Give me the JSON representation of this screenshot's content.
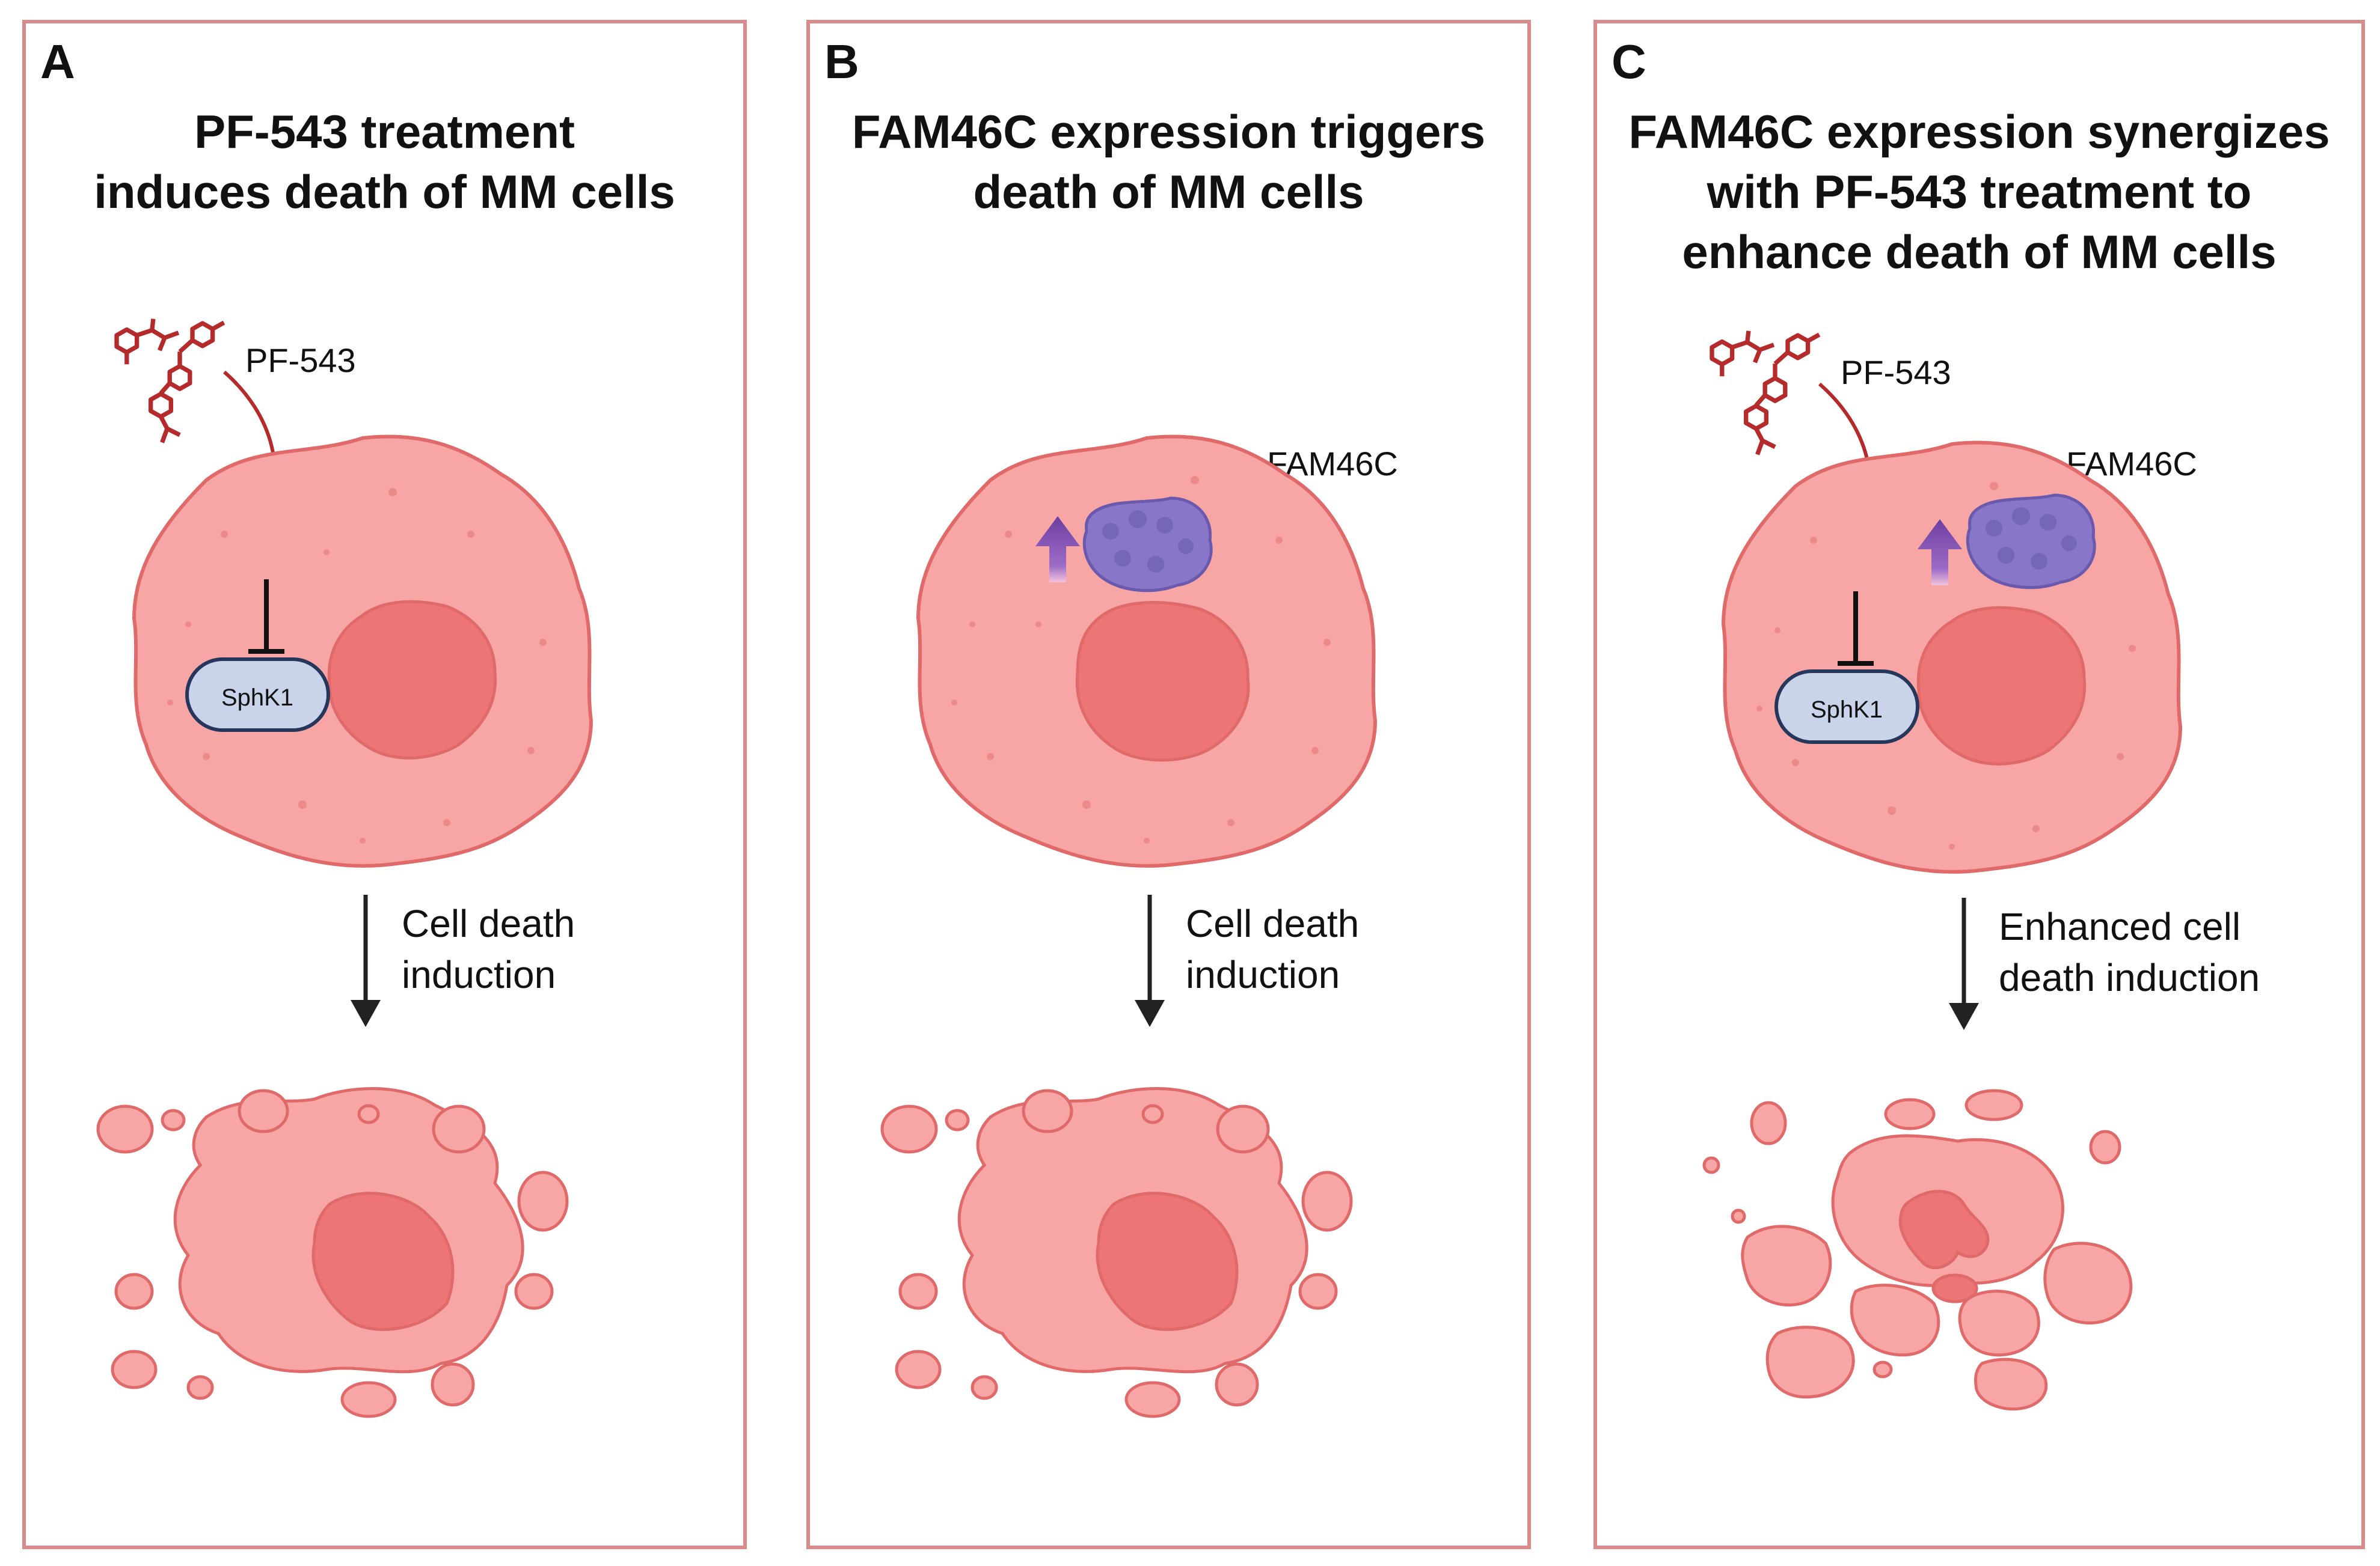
{
  "panels": [
    {
      "letter": "A",
      "title_lines": [
        "PF-543 treatment",
        "induces death of MM cells"
      ],
      "drug_label": "PF-543",
      "sphk_label": "SphK1",
      "arrow_label_lines": [
        "Cell death",
        "induction"
      ]
    },
    {
      "letter": "B",
      "title_lines": [
        "FAM46C expression triggers",
        "death of MM cells"
      ],
      "protein_label": "FAM46C",
      "arrow_label_lines": [
        "Cell death",
        "induction"
      ]
    },
    {
      "letter": "C",
      "title_lines": [
        "FAM46C expression synergizes",
        "with PF-543 treatment to",
        "enhance death of MM cells"
      ],
      "drug_label": "PF-543",
      "protein_label": "FAM46C",
      "sphk_label": "SphK1",
      "arrow_label_lines": [
        "Enhanced cell",
        "death induction"
      ]
    }
  ],
  "colors": {
    "cell_fill": "#f7a5a5",
    "cell_outline": "#e06a6a",
    "nucleus_fill": "#ee7575",
    "drug": "#b52a2a",
    "sphk_fill": "#c9d3ea",
    "sphk_outline": "#27375c",
    "fam46c_protein": "#8877c8",
    "upregulation_arrow": "#7a4aa6",
    "panel_border": "#d98a8a"
  }
}
